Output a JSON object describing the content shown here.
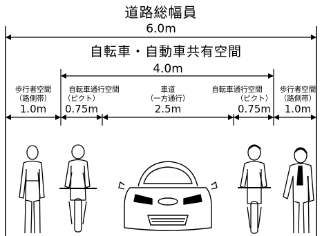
{
  "total": {
    "title": "道路総幅員",
    "width": "6.0m"
  },
  "shared": {
    "title": "自転車・自動車共有空間",
    "width": "4.0m"
  },
  "segments": [
    {
      "label": "歩行者空間",
      "sub": "（路側帯）",
      "width": "1.0m"
    },
    {
      "label": "自転車通行空間",
      "sub": "（ピクト）",
      "width": "0.75m"
    },
    {
      "label": "車道",
      "sub": "（一方通行）",
      "width": "2.5m"
    },
    {
      "label": "自転車通行空間",
      "sub": "（ピクト）",
      "width": "0.75m"
    },
    {
      "label": "歩行者空間",
      "sub": "（路側帯）",
      "width": "1.0m"
    }
  ],
  "figures": [
    "pedestrian",
    "cyclist-rear",
    "car-front",
    "cyclist-front",
    "pedestrian"
  ]
}
